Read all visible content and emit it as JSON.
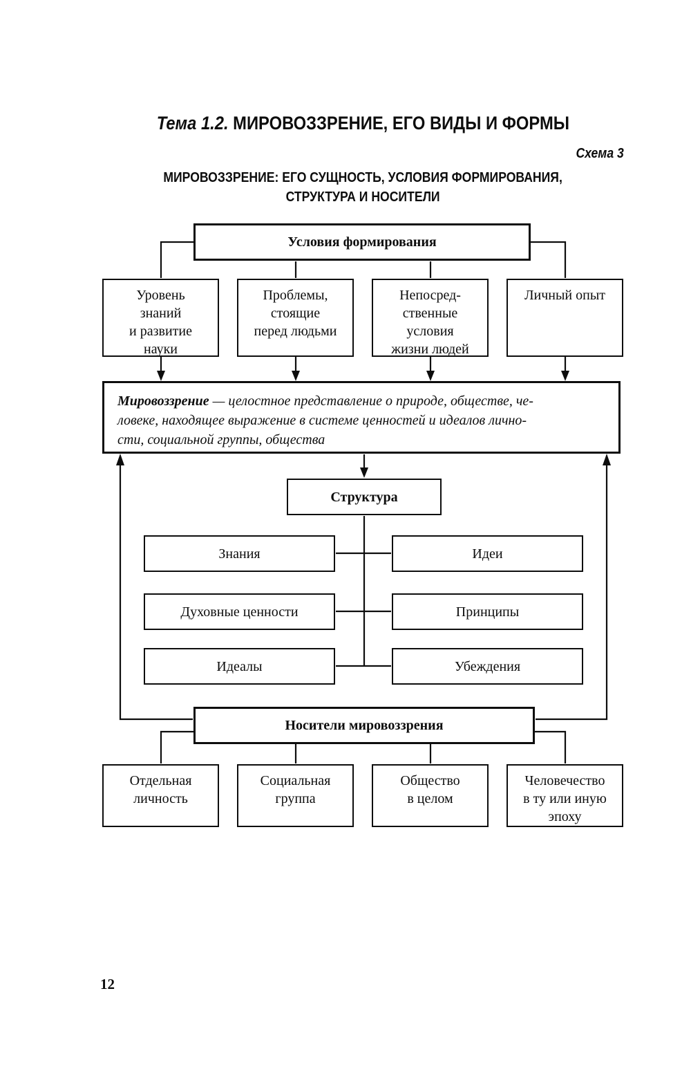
{
  "page": {
    "title": {
      "prefix": "Тема 1.2.",
      "main": " МИРОВОЗЗРЕНИЕ, ЕГО ВИДЫ И ФОРМЫ"
    },
    "schema_label": "Схема 3",
    "subtitle": {
      "line1": "МИРОВОЗЗРЕНИЕ: ЕГО СУЩНОСТЬ, УСЛОВИЯ ФОРМИРОВАНИЯ,",
      "line2": "СТРУКТУРА И НОСИТЕЛИ"
    },
    "page_number": "12"
  },
  "diagram": {
    "conditions": {
      "title": "Условия формирования",
      "factors": [
        {
          "label": "Уровень\nзнаний\nи развитие\nнауки"
        },
        {
          "label": "Проблемы,\nстоящие\nперед людьми"
        },
        {
          "label": "Непосред-\nственные\nусловия\nжизни людей"
        },
        {
          "label": "Личный опыт"
        }
      ]
    },
    "definition": {
      "term": "Мировоззрение",
      "line1_rest": " — целостное представление о природе, обществе, че-",
      "line2": "ловеке, находящее выражение в системе ценностей и идеалов лично-",
      "line3": "сти, социальной группы, общества"
    },
    "structure": {
      "title": "Структура",
      "left_items": [
        "Знания",
        "Духовные ценности",
        "Идеалы"
      ],
      "right_items": [
        "Идеи",
        "Принципы",
        "Убеждения"
      ]
    },
    "bearers": {
      "title": "Носители мировоззрения",
      "items": [
        {
          "label": "Отдельная\nличность"
        },
        {
          "label": "Социальная\nгруппа"
        },
        {
          "label": "Общество\nв целом"
        },
        {
          "label": "Человечество\nв ту или иную\nэпоху"
        }
      ]
    }
  },
  "colors": {
    "ink": "#0d0d0d",
    "paper": "#ffffff"
  }
}
